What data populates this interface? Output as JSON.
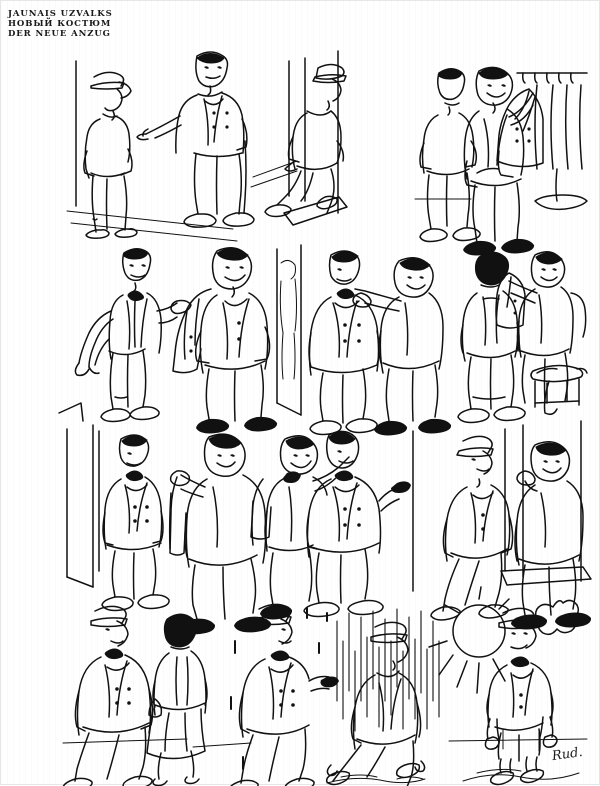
{
  "page": {
    "title_lines": [
      "JAUNAIS UZVALKS",
      "НОВЫЙ КОСТЮМ",
      "DER NEUE ANZUG"
    ],
    "background_color": "#ffffff",
    "ink_color": "#111111",
    "signature": "Rud.",
    "medium": "pen-and-ink comic strip",
    "panel_count": 12,
    "row_count": 4
  },
  "rows": [
    {
      "row_index": 1,
      "panels": [
        {
          "id": "p1",
          "caption": "A young man in a flat cap talks with a tall elegant gentleman holding a walking cane on the pavement.",
          "figures": [
            "young-man-in-cap",
            "tall-gentleman-with-cane"
          ],
          "props": [
            "cane",
            "shop-wall",
            "pavement-line"
          ]
        },
        {
          "id": "p2",
          "caption": "The young man steps up through the doorway into the tailor's shop.",
          "figures": [
            "young-man-in-cap"
          ],
          "props": [
            "doorway",
            "door-frame",
            "step"
          ]
        },
        {
          "id": "p3",
          "caption": "A plump salesman presents a double-breasted jacket taken from the clothes rack.",
          "figures": [
            "young-man-in-cap",
            "plump-salesman"
          ],
          "props": [
            "clothes-rack",
            "suit-jacket",
            "hangers"
          ]
        }
      ]
    },
    {
      "row_index": 2,
      "panels": [
        {
          "id": "p4",
          "caption": "The customer in shirt, suspenders and bow tie hands his old coat over; the salesman holds out the new jacket.",
          "figures": [
            "customer-in-shirtsleeves",
            "plump-salesman"
          ],
          "props": [
            "old-coat",
            "new-jacket",
            "suspenders",
            "bow-tie"
          ]
        },
        {
          "id": "p5",
          "caption": "The salesman fits the jacket on the customer in front of the fitting mirror.",
          "figures": [
            "customer-trying-jacket",
            "plump-salesman"
          ],
          "props": [
            "fitting-mirror",
            "mirror-reflection",
            "jacket"
          ]
        },
        {
          "id": "p6",
          "caption": "Seen from behind, the customer is helped into the jacket; clothes lie over a chair.",
          "figures": [
            "customer-from-behind",
            "plump-salesman"
          ],
          "props": [
            "chair",
            "draped-clothes",
            "jacket"
          ]
        }
      ]
    },
    {
      "row_index": 3,
      "panels": [
        {
          "id": "p7",
          "caption": "The customer stands by the mirror in the new jacket while the salesman offers the matching trousers.",
          "figures": [
            "customer-in-jacket",
            "plump-salesman"
          ],
          "props": [
            "mirror-panel",
            "trousers"
          ]
        },
        {
          "id": "p8",
          "caption": "Wearing the complete suit, the customer admires himself as the salesman praises it.",
          "figures": [
            "customer-in-full-suit",
            "plump-salesman"
          ],
          "props": [
            "folded-garment",
            "mirror-edge"
          ]
        },
        {
          "id": "p9",
          "caption": "The satisfied customer walks out of the shop; the salesman waves from the doorway.",
          "figures": [
            "customer-leaving",
            "plump-salesman-waving"
          ],
          "props": [
            "doorway",
            "step",
            "shop-front"
          ]
        }
      ]
    },
    {
      "row_index": 4,
      "panels": [
        {
          "id": "p10",
          "caption": "Proud in his new suit, he strides down the street and glances at a passing woman.",
          "figures": [
            "man-in-new-suit",
            "passing-woman"
          ],
          "props": [
            "handbag",
            "street-line"
          ]
        },
        {
          "id": "p11",
          "caption": "He stops and holds out a hand as the first raindrops begin to fall.",
          "figures": [
            "man-in-new-suit"
          ],
          "props": [
            "first-raindrops"
          ]
        },
        {
          "id": "p12",
          "caption": "Caught in a downpour, he runs home soaked through the heavy rain and puddles.",
          "figures": [
            "man-running-in-rain"
          ],
          "props": [
            "heavy-rain",
            "puddles",
            "splashes"
          ]
        },
        {
          "id": "p13",
          "caption": "The sun returns: the suit has shrunk, sleeves and trousers far too short, and he stands dejected in a puddle.",
          "figures": [
            "man-in-shrunken-suit"
          ],
          "props": [
            "sun",
            "sun-rays",
            "cloud",
            "puddle",
            "signature"
          ]
        }
      ]
    }
  ]
}
